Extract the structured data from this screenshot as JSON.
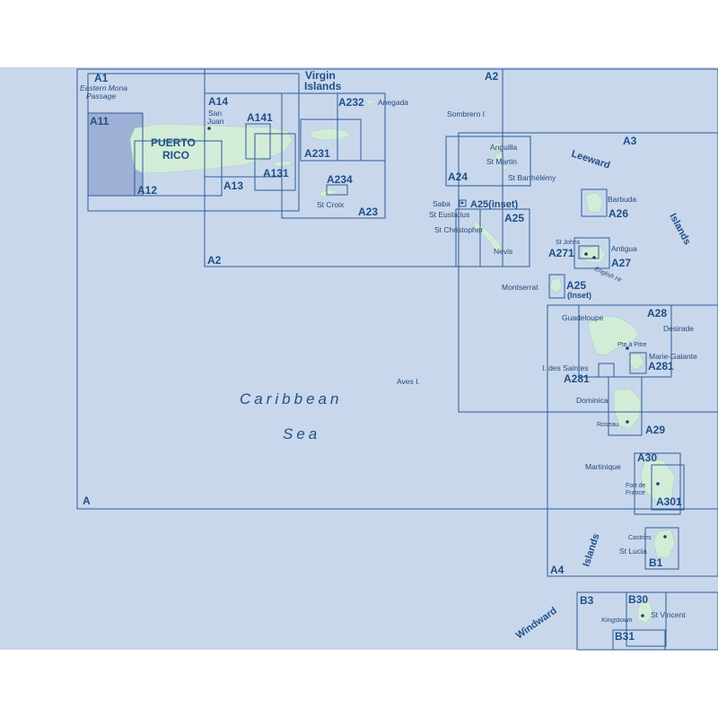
{
  "map": {
    "colors": {
      "sea": "#c9d7ec",
      "land": "#d3ecd8",
      "frame": "#2c5d97",
      "text": "#1f4f86",
      "shade": "#9fb0d6"
    },
    "chart_codes": [
      "A",
      "A1",
      "A11",
      "A12",
      "A13",
      "A14",
      "A141",
      "A131",
      "A2",
      "A2",
      "A231",
      "A232",
      "A234",
      "A23",
      "A24",
      "A25(inset)",
      "A25",
      "A26",
      "A271",
      "A27",
      "A25",
      "A28",
      "A281",
      "A281",
      "A29",
      "A3",
      "A30",
      "A301",
      "A4",
      "B1",
      "B3",
      "B30",
      "B31"
    ],
    "inset_note": "(Inset)",
    "regions": {
      "virgin_1": "Virgin",
      "virgin_2": "Islands",
      "puerto_1": "PUERTO",
      "puerto_2": "RICO",
      "leeward": "Leeward",
      "islands_leeward": "Islands",
      "islands_windward": "Islands",
      "windward": "Windward"
    },
    "sea": {
      "line1": "Caribbean",
      "line2": "Sea"
    },
    "passage": {
      "line1": "Eastern Mona",
      "line2": "Passage"
    },
    "places": [
      "San",
      "Juan",
      "Anegada",
      "St Croix",
      "Sombrero I",
      "Anguilla",
      "St Martin",
      "St Barthélémy",
      "Saba",
      "St Eustatius",
      "St Christopher",
      "Nevis",
      "Barbuda",
      "St Johns",
      "Antigua",
      "English Hr",
      "Montserrat",
      "Guadeloupe",
      "Desirade",
      "Pte à Pitre",
      "Marie-Galante",
      "I. des Saintes",
      "Aves I.",
      "Dominica",
      "Roseau",
      "Martinique",
      "Fort de",
      "France",
      "Castries",
      "St Lucia",
      "Kingstown",
      "St Vincent"
    ]
  }
}
